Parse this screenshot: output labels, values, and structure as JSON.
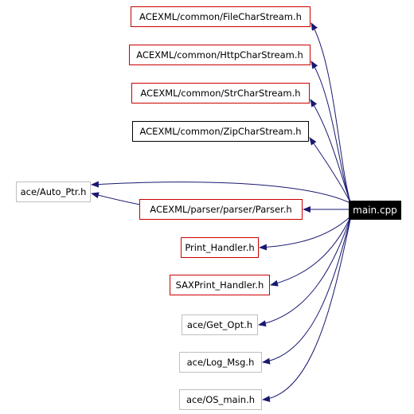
{
  "colors": {
    "edge": "#191970",
    "header_link_border": "#cc0000",
    "system_header_border": "#bfbfbf",
    "root_fill": "#000000",
    "root_text": "#ffffff"
  },
  "root": {
    "label": "main.cpp"
  },
  "nodes": {
    "file_char_stream": {
      "label": "ACEXML/common/FileCharStream.h"
    },
    "http_char_stream": {
      "label": "ACEXML/common/HttpCharStream.h"
    },
    "str_char_stream": {
      "label": "ACEXML/common/StrCharStream.h"
    },
    "zip_char_stream": {
      "label": "ACEXML/common/ZipCharStream.h"
    },
    "auto_ptr": {
      "label": "ace/Auto_Ptr.h"
    },
    "parser": {
      "label": "ACEXML/parser/parser/Parser.h"
    },
    "print_handler": {
      "label": "Print_Handler.h"
    },
    "saxprint_handler": {
      "label": "SAXPrint_Handler.h"
    },
    "get_opt": {
      "label": "ace/Get_Opt.h"
    },
    "log_msg": {
      "label": "ace/Log_Msg.h"
    },
    "os_main": {
      "label": "ace/OS_main.h"
    }
  }
}
